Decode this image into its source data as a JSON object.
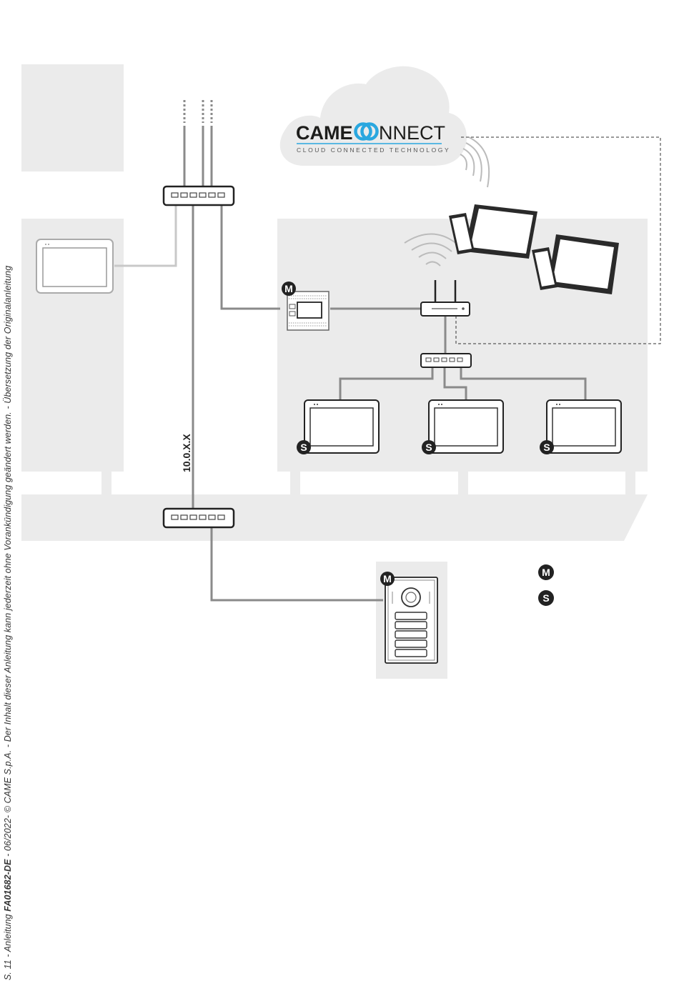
{
  "side_note": {
    "page": "S. 11",
    "sep1": " - Anleitung ",
    "code": "FA01682-DE",
    "rest": " - 06/2022- © CAME S.p.A. - Der Inhalt dieser Anleitung kann jederzeit ohne Vorankündigung geändert werden. - Übersetzung der Originalanleitung"
  },
  "cloud": {
    "brand_bold": "CAME",
    "brand_rest": "NNECT",
    "tagline": "CLOUD CONNECTED TECHNOLOGY"
  },
  "network_label": "10.0.X.X",
  "badges": {
    "master": "M",
    "slave": "S"
  },
  "colors": {
    "zone_gray": "#ebebeb",
    "wire_gray": "#8a8a8a",
    "accent_blue": "#2aa7df",
    "badge_dark": "#222222"
  },
  "icons": {
    "switch": "network-switch-icon",
    "router": "wifi-router-icon",
    "server": "server-module-icon",
    "monitor": "video-monitor-icon",
    "panel": "entry-panel-icon",
    "tablet": "tablet-icon",
    "phone": "smartphone-icon"
  }
}
